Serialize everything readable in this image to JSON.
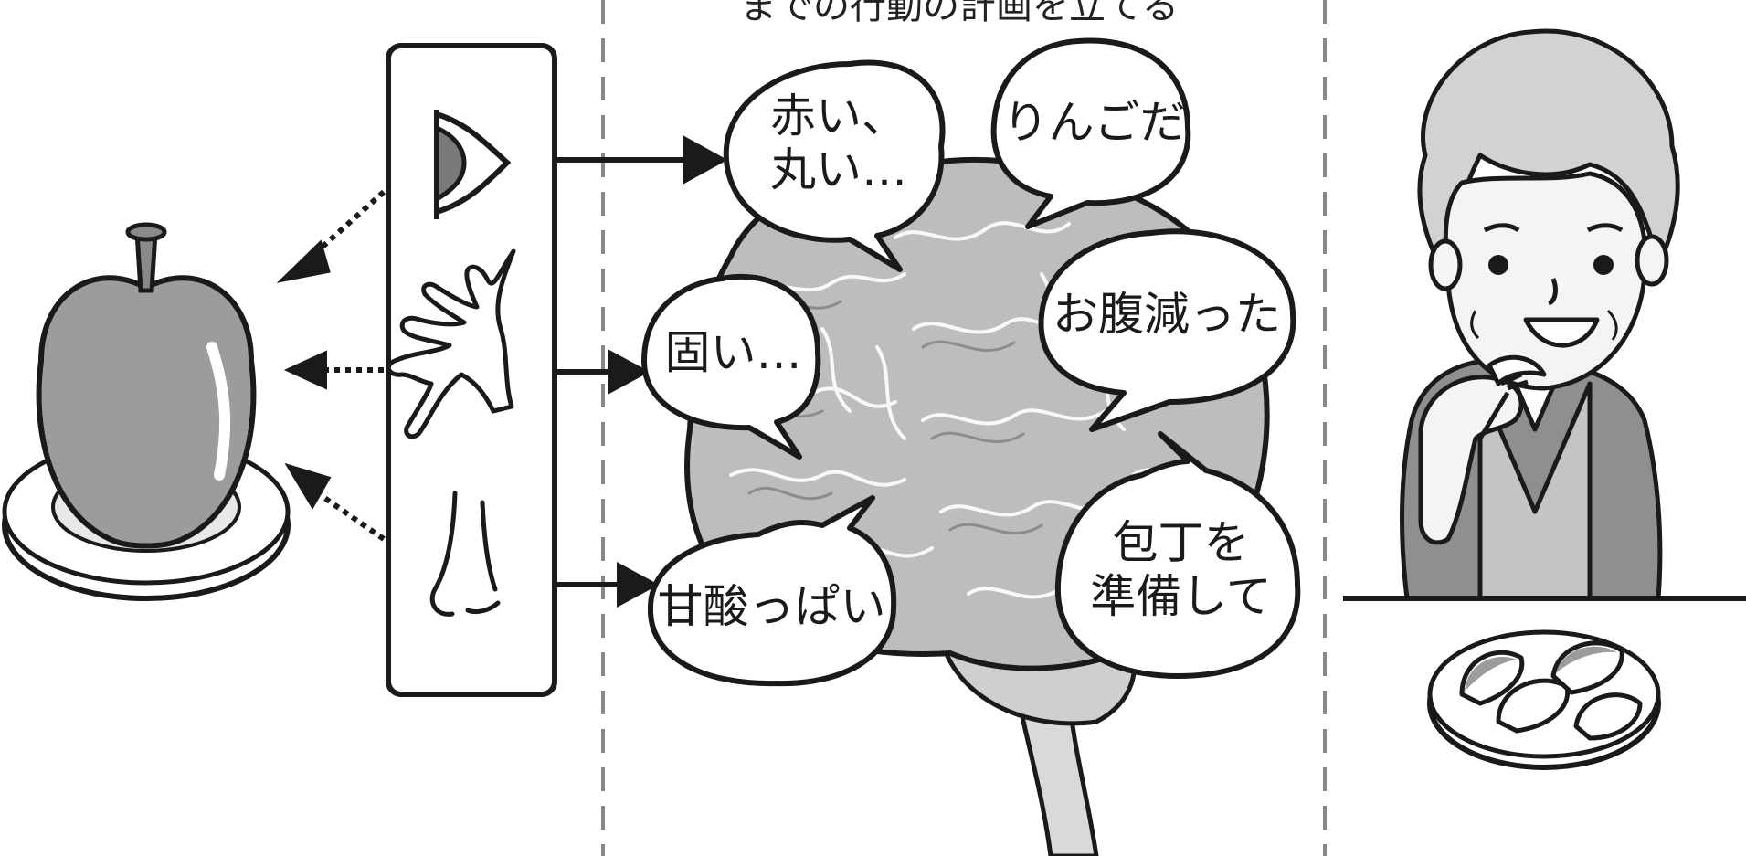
{
  "top_caption": "までの行動の計画を立てる",
  "bubbles": {
    "sight": "赤い、\n丸い…",
    "recognition": "りんごだ",
    "touch": "固い…",
    "hunger": "お腹減った",
    "smell": "甘酸っぱい",
    "plan": "包丁を\n準備して"
  },
  "colors": {
    "outline": "#1a1a1a",
    "brain_fill": "#bdbdbd",
    "apple_fill": "#9c9c9c",
    "clothes_fill": "#8f8f8f",
    "skin_fill": "#f4f4f4"
  }
}
